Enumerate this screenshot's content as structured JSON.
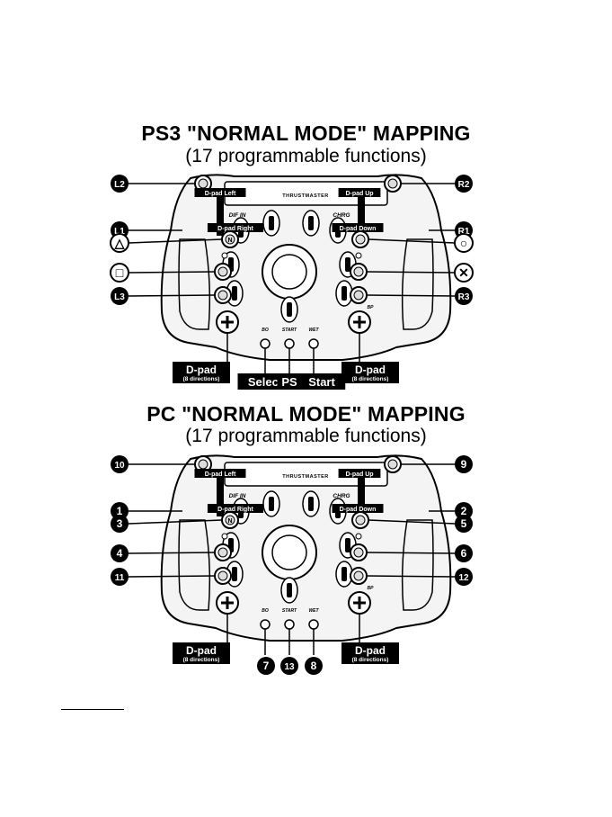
{
  "ps3": {
    "title": "PS3 \"NORMAL MODE\" MAPPING",
    "subtitle": "(17 programmable functions)",
    "left_labels": [
      "L2",
      "L1",
      "△",
      "□",
      "L3"
    ],
    "right_labels": [
      "R2",
      "R1",
      "○",
      "✕",
      "R3"
    ],
    "bottom": {
      "dpad_left": {
        "main": "D-pad",
        "sub": "(8 directions)"
      },
      "dpad_right": {
        "main": "D-pad",
        "sub": "(8 directions)"
      },
      "select": "Select",
      "ps": "PS",
      "start": "Start"
    }
  },
  "pc": {
    "title": "PC \"NORMAL MODE\" MAPPING",
    "subtitle": "(17 programmable functions)",
    "left_labels": [
      "10",
      "1",
      "3",
      "4",
      "11"
    ],
    "right_labels": [
      "9",
      "2",
      "5",
      "6",
      "12"
    ],
    "bottom": {
      "dpad_left": {
        "main": "D-pad",
        "sub": "(8 directions)"
      },
      "dpad_right": {
        "main": "D-pad",
        "sub": "(8 directions)"
      },
      "n7": "7",
      "n13": "13",
      "n8": "8"
    }
  },
  "wheel": {
    "brand": "THRUSTMASTER",
    "dpad_left_tag": "D-pad Left",
    "dpad_right_tag": "D-pad Right",
    "dpad_up_tag": "D-pad Up",
    "dpad_down_tag": "D-pad Down",
    "dif_in": "DIF IN",
    "chrg": "CHRG",
    "bo": "BO",
    "start": "START",
    "wet": "WET",
    "bp": "BP",
    "n": "N"
  },
  "colors": {
    "ink": "#000000",
    "paper": "#ffffff",
    "wheel_fill": "#f4f4f4"
  }
}
